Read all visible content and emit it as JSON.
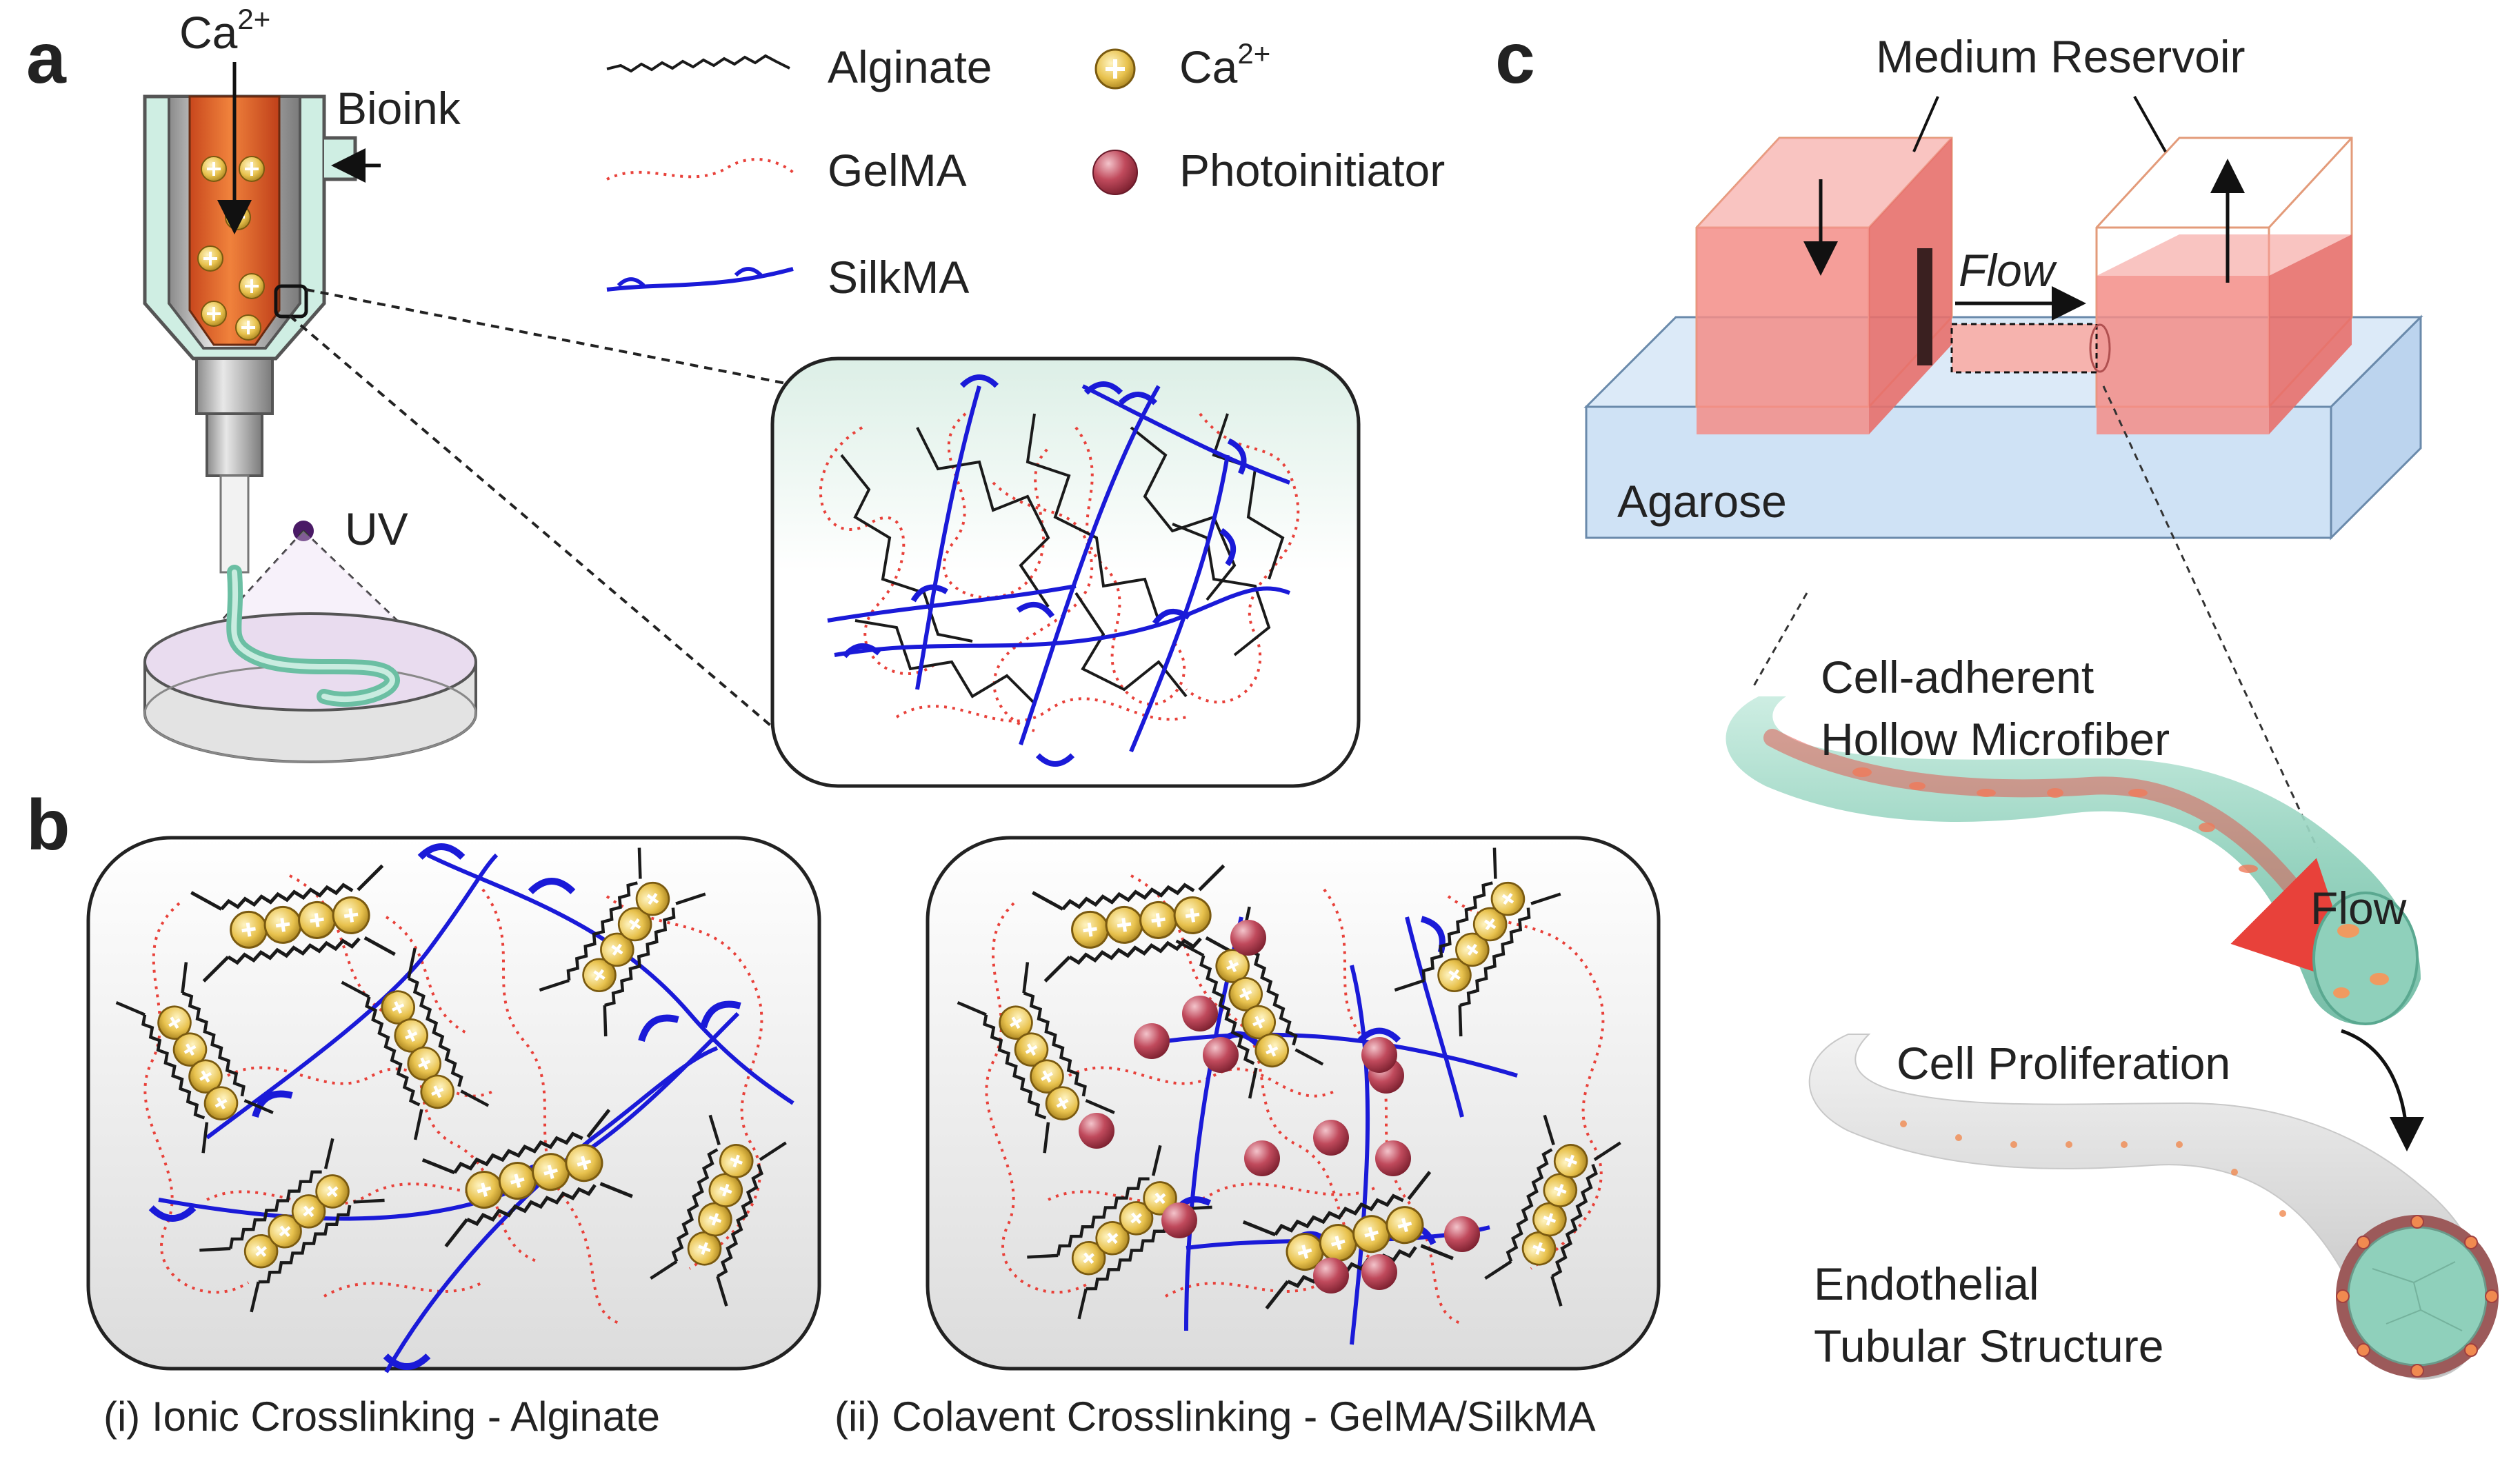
{
  "panels": {
    "a": "a",
    "b": "b",
    "c": "c"
  },
  "panel_a": {
    "ca_label": "Ca",
    "ca_sup": "2+",
    "bioink_label": "Bioink",
    "uv_label": "UV"
  },
  "legend": {
    "alginate": "Alginate",
    "gelma": "GelMA",
    "silkma": "SilkMA",
    "ca_label": "Ca",
    "ca_sup": "2+",
    "photoinitiator": "Photoinitiator"
  },
  "panel_b": {
    "caption_ionic": "(i) Ionic Crosslinking - Alginate",
    "caption_covalent": "(ii) Colavent Crosslinking - GelMA/SilkMA"
  },
  "panel_c": {
    "medium_reservoir": "Medium Reservoir",
    "flow_top": "Flow",
    "agarose": "Agarose",
    "cell_adherent_1": "Cell-adherent",
    "cell_adherent_2": "Hollow Microfiber",
    "flow_tube": "Flow",
    "cell_proliferation": "Cell Proliferation",
    "endothelial_1": "Endothelial",
    "endothelial_2": "Tubular Structure"
  },
  "colors": {
    "alginate": "#1a1a1a",
    "gelma": "#e8413a",
    "silkma": "#1a1ad8",
    "calcium": "#d8b23a",
    "photoinitiator": "#b8404f",
    "agarose": "#cfe2f5",
    "medium": "#f07a78",
    "tube": "#9fd8c3"
  }
}
